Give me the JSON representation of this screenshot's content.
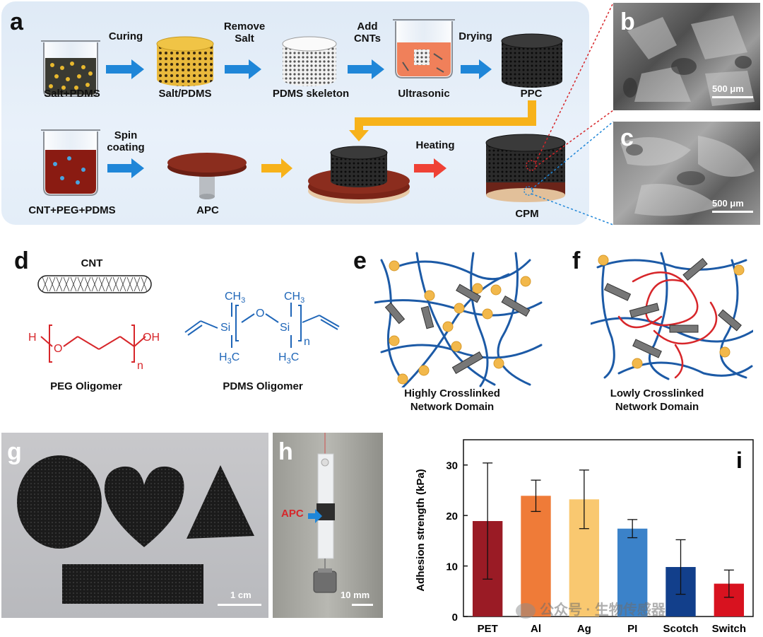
{
  "panel_letters": {
    "a": "a",
    "b": "b",
    "c": "c",
    "d": "d",
    "e": "e",
    "f": "f",
    "g": "g",
    "h": "h",
    "i": "i"
  },
  "panel_a": {
    "row1_labels": [
      "Salt+PDMS",
      "Salt/PDMS",
      "PDMS skeleton",
      "Ultrasonic",
      "PPC"
    ],
    "row1_arrows": [
      "Curing",
      "Remove\nSalt",
      "Add\nCNTs",
      "Drying"
    ],
    "row2_labels": [
      "CNT+PEG+PDMS",
      "APC",
      "CPM"
    ],
    "row2_arrows": [
      "Spin\ncoating",
      "Heating"
    ]
  },
  "panel_bc": {
    "scale_b": "500 μm",
    "scale_c": "500 μm"
  },
  "panel_d": {
    "cnt_label": "CNT",
    "peg_label": "PEG Oligomer",
    "pdms_label": "PDMS Oligomer",
    "peg": {
      "h": "H",
      "o": "O",
      "oh": "OH",
      "n": "n"
    },
    "pdms": {
      "si1": "Si",
      "si2": "Si",
      "o": "O",
      "ch3_top1": "CH",
      "ch3_top2": "CH",
      "three": "3",
      "h3c_bot1": "H",
      "h3c_bot2": "H",
      "c": "C",
      "n": "n"
    }
  },
  "panel_e": {
    "caption": "Highly Crosslinked\nNetwork Domain"
  },
  "panel_f": {
    "caption": "Lowly Crosslinked\nNetwork Domain"
  },
  "panel_g": {
    "scale": "1 cm"
  },
  "panel_h": {
    "apc_label": "APC",
    "scale": "10 mm"
  },
  "watermark": {
    "text": "公众号 · 生物传感器"
  },
  "colors": {
    "blue_arrow": "#1f86d8",
    "orange_arrow": "#f7b21a",
    "red_arrow": "#ef4135",
    "network_blue": "#1c5aa6",
    "network_red": "#d7262a",
    "node": "#f2b84b"
  },
  "chart_data": {
    "type": "bar",
    "title": "",
    "xlabel": "",
    "ylabel": "Adhesion strength (kPa)",
    "ylim": [
      0,
      35
    ],
    "yticks": [
      0,
      10,
      20,
      30
    ],
    "categories": [
      "PET",
      "Al",
      "Ag",
      "PI",
      "Scotch",
      "Switch"
    ],
    "values": [
      18.9,
      23.9,
      23.2,
      17.4,
      9.8,
      6.5
    ],
    "errors": [
      11.5,
      3.1,
      5.8,
      1.8,
      5.4,
      2.7
    ],
    "colors": [
      "#9a1b25",
      "#ef7b38",
      "#f9c870",
      "#3b82c9",
      "#123f8b",
      "#d8121f"
    ]
  }
}
